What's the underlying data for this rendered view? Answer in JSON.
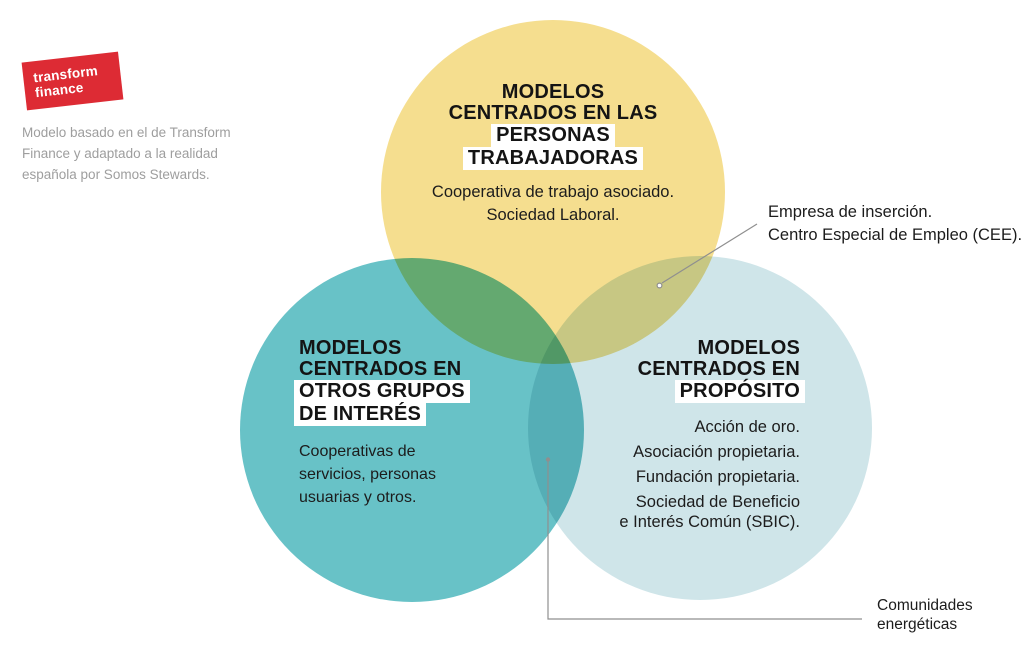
{
  "styles": {
    "background": "#ffffff",
    "text_color": "#1c1c1c",
    "muted_text_color": "#9e9e9e",
    "connector_color": "#8f8f8f",
    "highlight_color": "#ffffff"
  },
  "branding": {
    "logo": {
      "line1": "transform",
      "line2": "finance",
      "color": "#DD2B34"
    },
    "caption_lines": [
      "Modelo basado en el de Transform",
      "Finance y adaptado a la realidad",
      "española por Somos Stewards."
    ]
  },
  "venn": {
    "circles": [
      {
        "id": "personas-trabajadoras",
        "color": "#F5DE8F",
        "title_lines": [
          "MODELOS",
          "CENTRADOS EN LAS",
          "PERSONAS",
          "TRABAJADORAS"
        ],
        "items": [
          [
            "Cooperativa de trabajo asociado."
          ],
          [
            "Sociedad Laboral."
          ]
        ]
      },
      {
        "id": "otros-grupos-de-interes",
        "color": "#68C2C7",
        "title_lines": [
          "MODELOS",
          "CENTRADOS EN",
          "OTROS GRUPOS",
          "DE INTERÉS"
        ],
        "items": [
          [
            "Cooperativas de",
            "servicios, personas",
            "usuarias y otros."
          ]
        ]
      },
      {
        "id": "proposito",
        "color": "#CFE5E9",
        "title_lines": [
          "MODELOS",
          "CENTRADOS EN",
          "PROPÓSITO"
        ],
        "items": [
          [
            "Acción de oro."
          ],
          [
            "Asociación propietaria."
          ],
          [
            "Fundación propietaria."
          ],
          [
            "Sociedad de Beneficio",
            "e Interés Común (SBIC)."
          ]
        ]
      }
    ]
  },
  "annotations": {
    "insercion": {
      "lines": [
        "Empresa de inserción.",
        "Centro Especial de Empleo (CEE)."
      ]
    },
    "comunidades": {
      "lines": [
        "Comunidades",
        "energéticas"
      ]
    }
  }
}
